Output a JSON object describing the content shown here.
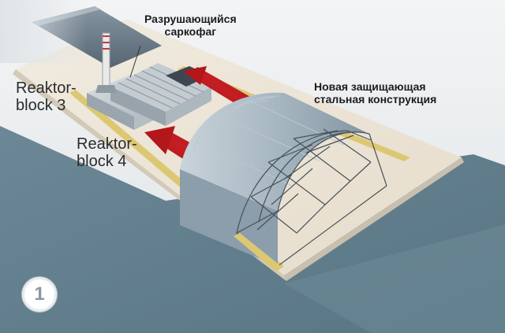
{
  "labels": {
    "sarcophagus": [
      "Разрушающийся",
      "саркофаг"
    ],
    "new_structure": [
      "Новая защищающая",
      "стальная конструкция"
    ],
    "reactor3": [
      "Reaktor-",
      "block 3"
    ],
    "reactor4": [
      "Reaktor-",
      "block 4"
    ]
  },
  "step_number": "1",
  "colors": {
    "ground": "#5f7d8b",
    "site_pad": "#ebe2d3",
    "rail": "#dcc873",
    "arrow": "#b3161b",
    "arch_shell": "#a7b6c1",
    "lattice": "#475158",
    "building": "#bfc8ce",
    "roof_dark": "#3d4652"
  }
}
